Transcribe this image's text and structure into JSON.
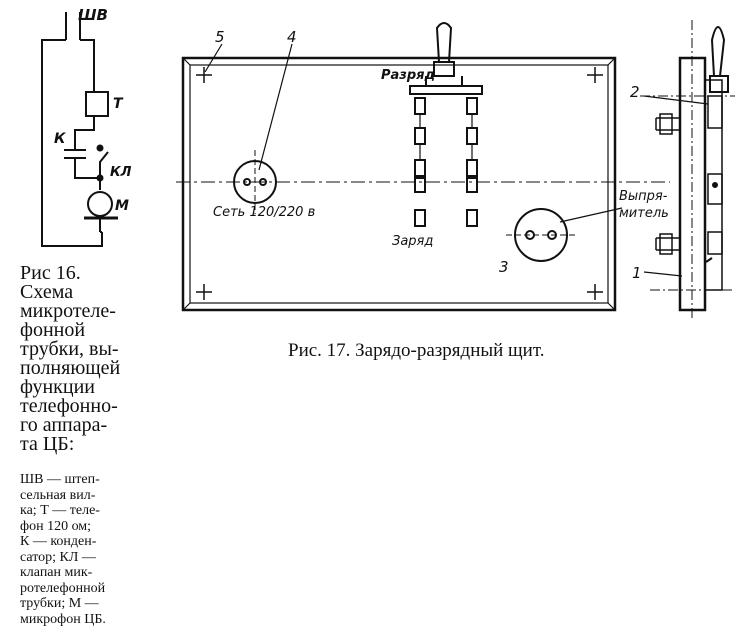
{
  "fig16": {
    "labels": {
      "plug": "ШВ",
      "phone": "Т",
      "capacitor": "К",
      "valve": "КЛ",
      "mic": "М"
    },
    "caption_lines": [
      "Рис 16.",
      "Схема",
      "микротеле-",
      "фонной",
      "трубки, вы-",
      "полняющей",
      "функции",
      "телефонно-",
      "го аппара-",
      "та ЦБ:"
    ],
    "legend_lines": [
      "ШВ — штеп-",
      "сельная вил-",
      "ка; Т — теле-",
      "фон 120 ом;",
      "К — конден-",
      "сатор; КЛ —",
      "клапан мик-",
      "ротелефонной",
      "трубки; М —",
      "микрофон ЦБ."
    ]
  },
  "fig17": {
    "callouts": {
      "n1": "1",
      "n2": "2",
      "n3": "3",
      "n4": "4",
      "n5": "5"
    },
    "labels": {
      "discharge": "Разряд",
      "charge": "Заряд",
      "mains": "Сеть 120/220 в",
      "rectifier_1": "Выпря-",
      "rectifier_2": "митель"
    },
    "caption": "Рис. 17. Зарядо-разрядный щит."
  }
}
